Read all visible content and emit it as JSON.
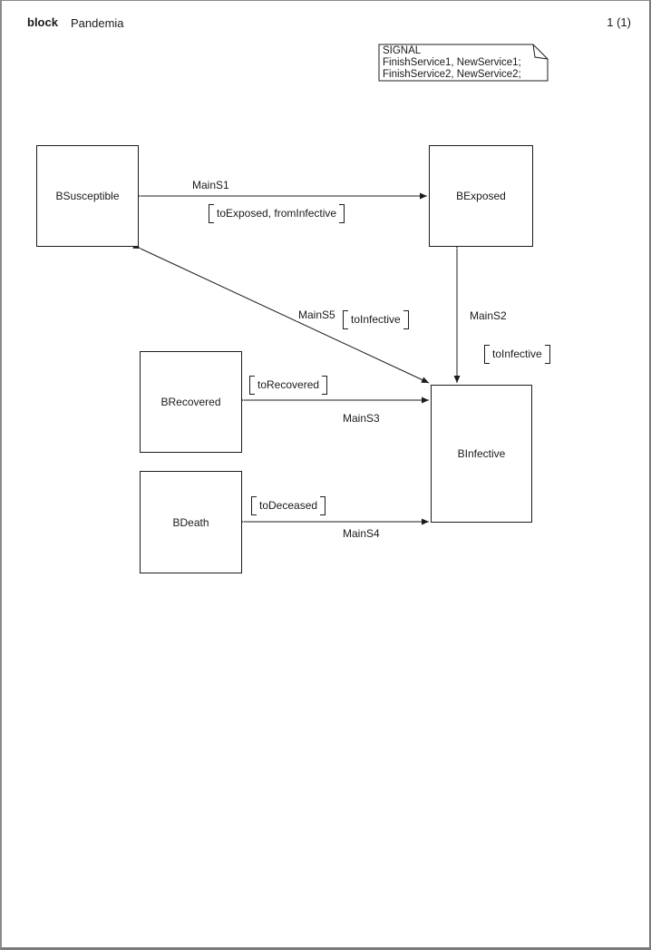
{
  "header": {
    "kind_label": "block",
    "diagram_name": "Pandemia",
    "page_number": "1 (1)"
  },
  "text_symbol": {
    "lines": [
      "SIGNAL",
      "FinishService1, NewService1;",
      "FinishService2, NewService2;"
    ]
  },
  "blocks": [
    {
      "name": "BSusceptible"
    },
    {
      "name": "BExposed"
    },
    {
      "name": "BRecovered"
    },
    {
      "name": "BDeath"
    },
    {
      "name": "BInfective"
    }
  ],
  "channels": [
    {
      "name": "MainS1",
      "signals": "toExposed, fromInfective"
    },
    {
      "name": "MainS2",
      "signals": "toInfective"
    },
    {
      "name": "MainS3",
      "signals": "toRecovered"
    },
    {
      "name": "MainS4",
      "signals": "toDeceased"
    },
    {
      "name": "MainS5",
      "signals": "toInfective"
    }
  ],
  "colors": {
    "line": "#1c1c1c",
    "page_border": "#7a7a7a",
    "background": "#ffffff"
  }
}
